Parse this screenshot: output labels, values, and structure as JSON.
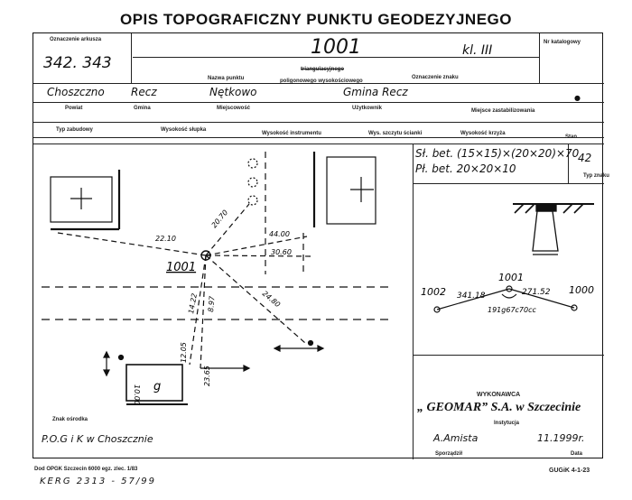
{
  "title": "OPIS TOPOGRAFICZNY PUNKTU GEODEZYJNEGO",
  "header": {
    "oznaczenie_label": "Oznaczenie arkusza",
    "oznaczenie_value": "342. 343",
    "number": "1001",
    "klasa": "kl. III",
    "nr_katalogowy_label": "Nr katalogowy",
    "nazwa_label": "Nazwa punktu",
    "type_struck": "triangulacyjnego",
    "type_value": "poligonowego wysokościowego",
    "oznaczenie_znaku_label": "Oznaczenie znaku"
  },
  "location": {
    "powiat": "Choszczno",
    "gmina": "Recz",
    "miejscowosc": "Nętkowo",
    "uzytkownik": "Gmina Recz",
    "powiat_label": "Powiat",
    "gmina_label": "Gmina",
    "miejscowosc_label": "Miejscowość",
    "uzytkownik_label": "Użytkownik",
    "miejsce_label": "Miejsce zastabilizowania"
  },
  "columns": {
    "typ": "Typ zabudowy",
    "wysokosc_slupka": "Wysokość słupka",
    "wysokosc_instrumentu": "Wysokość instrumentu",
    "wys_szczytu": "Wys. szczytu ścianki",
    "wysokosc_krzyza": "Wysokość krzyża",
    "stan": "Stan"
  },
  "specs": {
    "slup": "Sł. bet. (15×15)×(20×20)×70",
    "plyta": "Pł. bet. 20×20×10",
    "typ_number": "42",
    "typ_label": "Typ znaku"
  },
  "sketch": {
    "point": "1001",
    "d1": "22.10",
    "d2": "20.70",
    "d3": "44.00",
    "d4": "30.60",
    "d5": "14.22",
    "d6": "8.97",
    "d7": "24.80",
    "d8": "12.05",
    "d9": "23.65",
    "d10": "10.00",
    "building": "g"
  },
  "polygon": {
    "left": "1002",
    "mid": "1001",
    "right": "1000",
    "dist_left": "341.18",
    "dist_right": "271.52",
    "angle": "191g67c70cc"
  },
  "contractor": {
    "label": "WYKONAWCA",
    "name": "„ GEOMAR” S.A. w Szczecinie",
    "instytucja_label": "Instytucja",
    "person": "A.Amista",
    "date": "11.1999r.",
    "sporzadzil_label": "Sporządził",
    "data_label": "Data"
  },
  "znak": {
    "label": "Znak ośrodka",
    "value": "P.O.G i K w Choszcznie"
  },
  "footer": {
    "print_info": "Dod OPGK Szczecin 6000 egz. zlec. 1/83",
    "kerg": "KERG 2313 - 57/99",
    "form": "GUGiK 4-1-23"
  }
}
